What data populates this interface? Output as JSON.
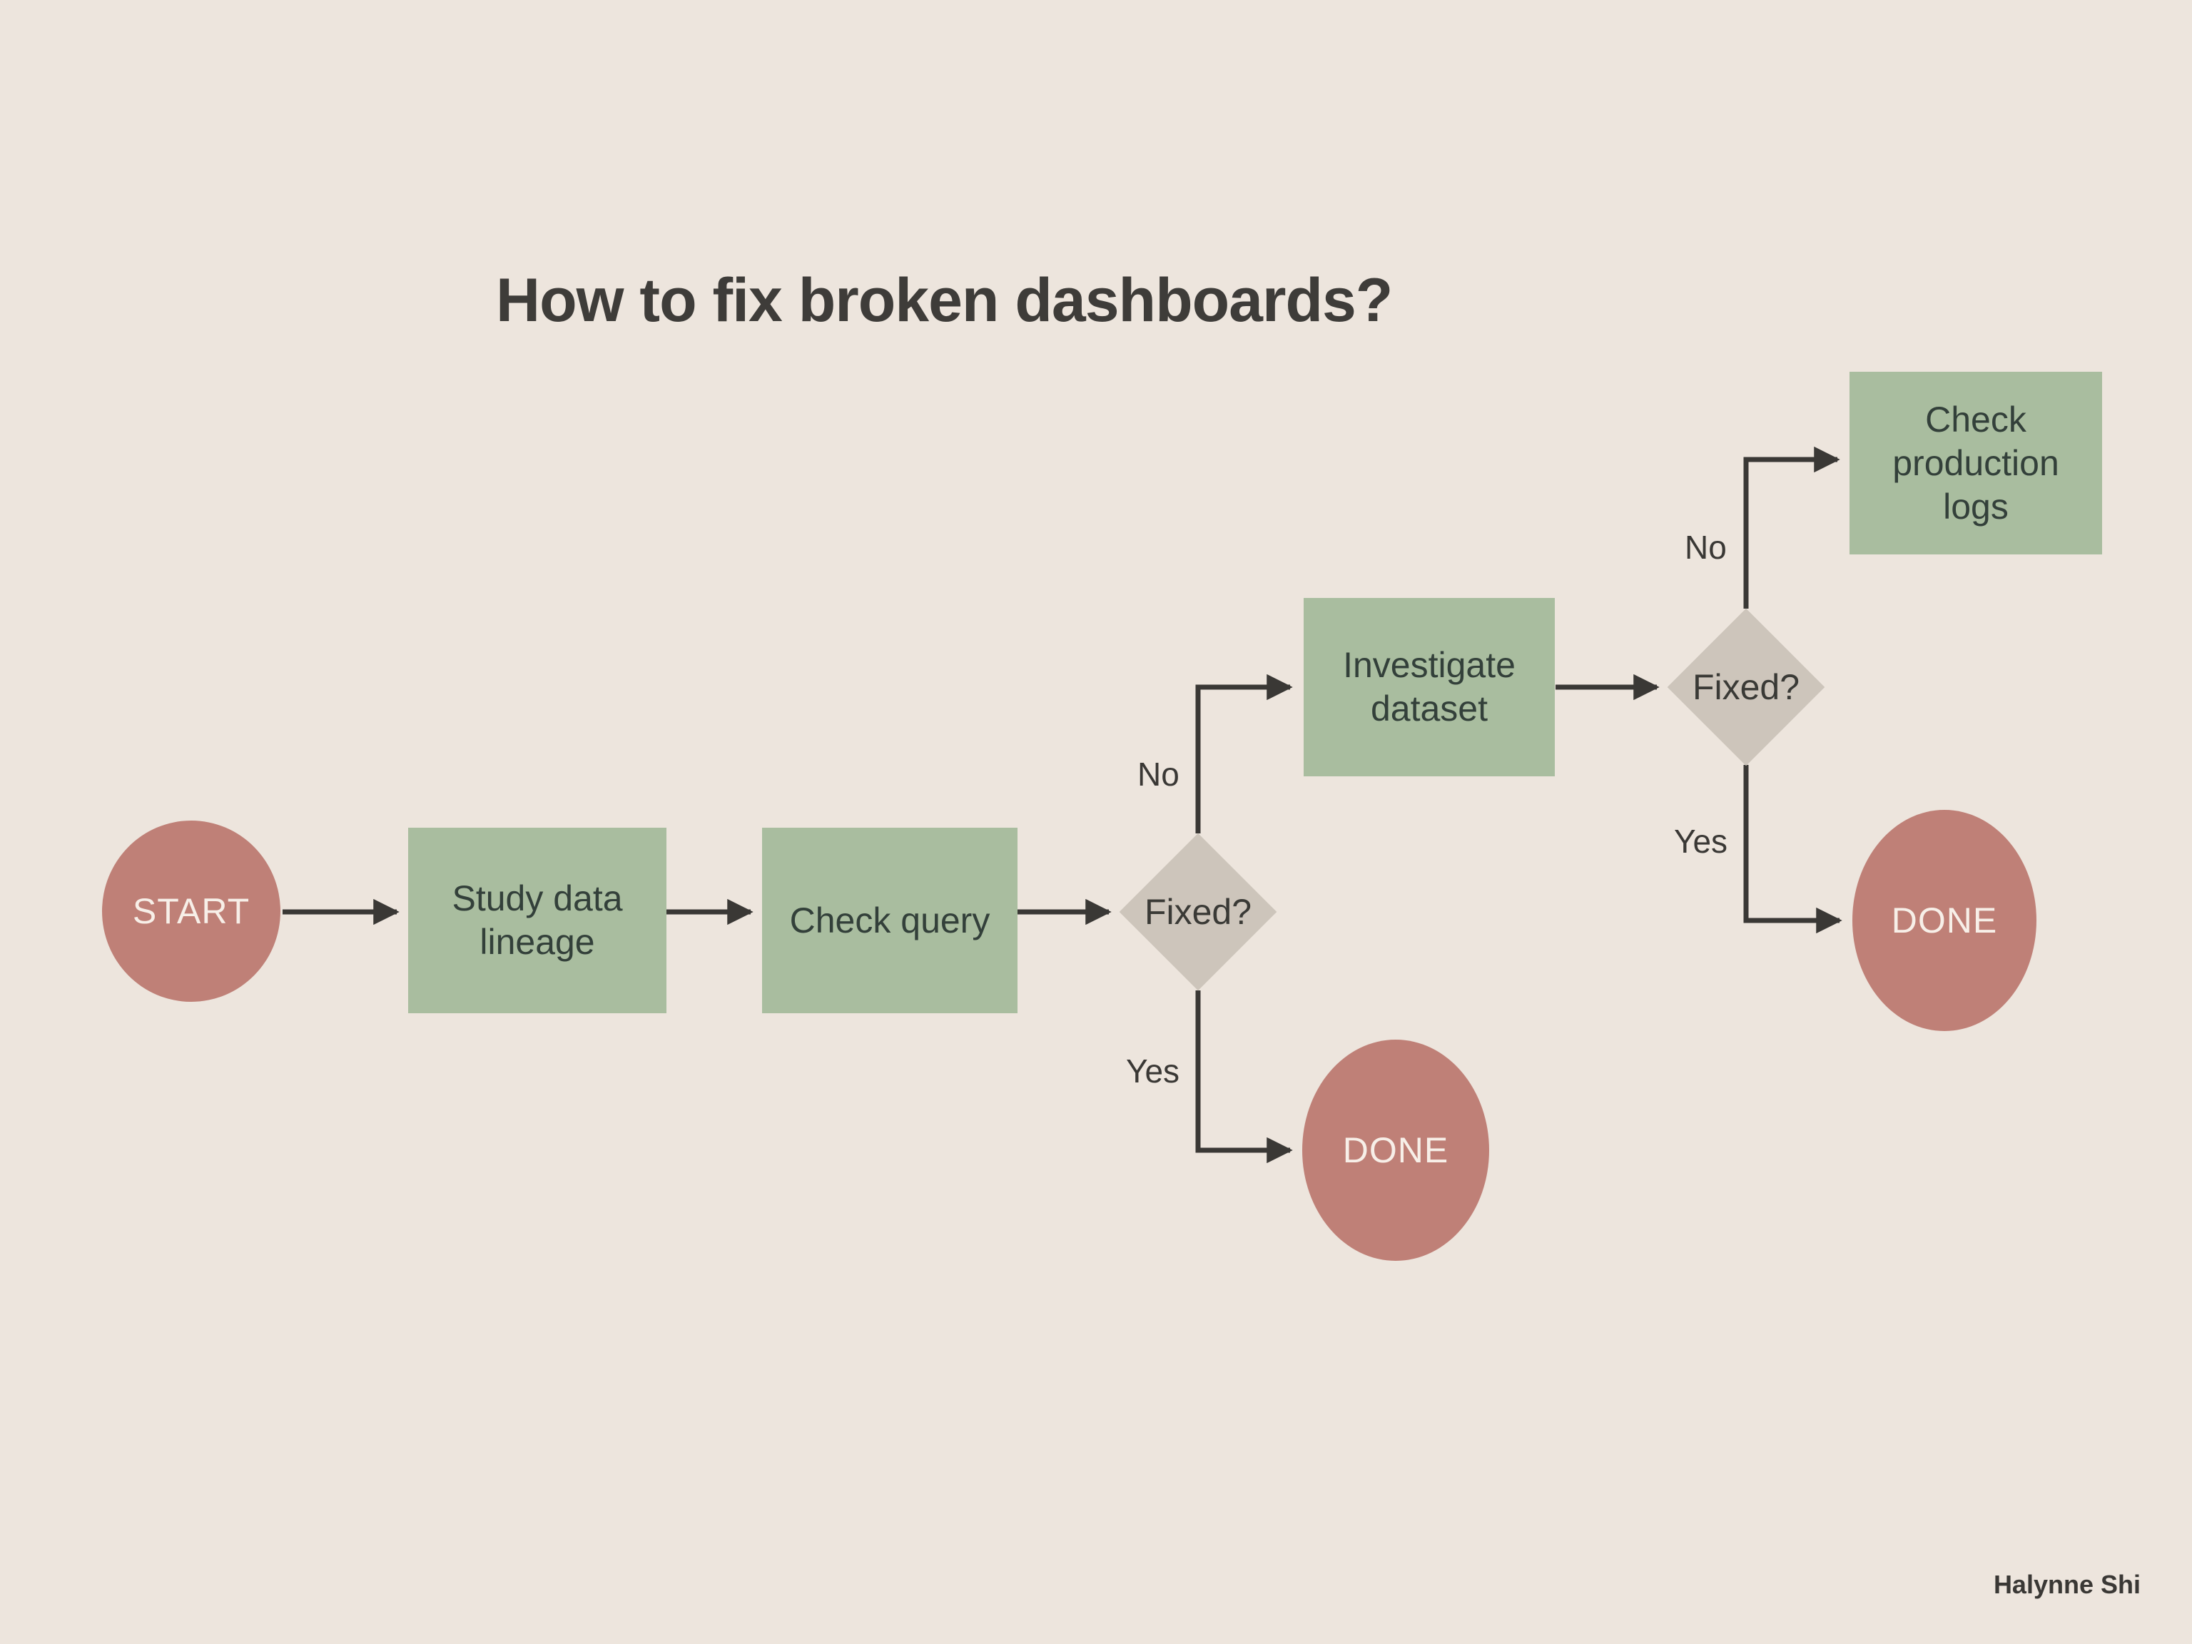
{
  "page": {
    "title": "How to fix broken dashboards?",
    "credit": "Halynne Shi",
    "background_color": "#ede5dd"
  },
  "palette": {
    "background": "#ede5dd",
    "process_fill": "#a9bd9f",
    "process_text": "#33403a",
    "terminator_fill": "#bf8077",
    "terminator_text": "#f7efe8",
    "decision_fill": "#cdc5bb",
    "decision_text": "#3a3a36",
    "connector": "#3a3835",
    "title_text": "#3e3c39"
  },
  "chart_data": {
    "type": "flowchart",
    "title": "How to fix broken dashboards?",
    "nodes": [
      {
        "id": "start",
        "label": "START",
        "shape": "ellipse",
        "fill": "#bf8077"
      },
      {
        "id": "lineage",
        "label": "Study data lineage",
        "shape": "rect",
        "fill": "#a9bd9f"
      },
      {
        "id": "query",
        "label": "Check query",
        "shape": "rect",
        "fill": "#a9bd9f"
      },
      {
        "id": "fixed1",
        "label": "Fixed?",
        "shape": "diamond",
        "fill": "#cdc5bb"
      },
      {
        "id": "done1",
        "label": "DONE",
        "shape": "ellipse",
        "fill": "#bf8077"
      },
      {
        "id": "investigate",
        "label": "Investigate dataset",
        "shape": "rect",
        "fill": "#a9bd9f"
      },
      {
        "id": "fixed2",
        "label": "Fixed?",
        "shape": "diamond",
        "fill": "#cdc5bb"
      },
      {
        "id": "prodlogs",
        "label": "Check production logs",
        "shape": "rect",
        "fill": "#a9bd9f"
      },
      {
        "id": "done2",
        "label": "DONE",
        "shape": "ellipse",
        "fill": "#bf8077"
      }
    ],
    "edges": [
      {
        "from": "start",
        "to": "lineage",
        "label": ""
      },
      {
        "from": "lineage",
        "to": "query",
        "label": ""
      },
      {
        "from": "query",
        "to": "fixed1",
        "label": ""
      },
      {
        "from": "fixed1",
        "to": "investigate",
        "label": "No"
      },
      {
        "from": "fixed1",
        "to": "done1",
        "label": "Yes"
      },
      {
        "from": "investigate",
        "to": "fixed2",
        "label": ""
      },
      {
        "from": "fixed2",
        "to": "prodlogs",
        "label": "No"
      },
      {
        "from": "fixed2",
        "to": "done2",
        "label": "Yes"
      }
    ]
  },
  "nodes": {
    "start": {
      "label": "START"
    },
    "lineage": {
      "line1": "Study data",
      "line2": "lineage"
    },
    "query": {
      "label": "Check query"
    },
    "fixed1": {
      "label": "Fixed?"
    },
    "done1": {
      "label": "DONE"
    },
    "investigate": {
      "line1": "Investigate",
      "line2": "dataset"
    },
    "fixed2": {
      "label": "Fixed?"
    },
    "prodlogs": {
      "line1": "Check",
      "line2": "production",
      "line3": "logs"
    },
    "done2": {
      "label": "DONE"
    }
  },
  "edge_labels": {
    "fixed1_no": "No",
    "fixed1_yes": "Yes",
    "fixed2_no": "No",
    "fixed2_yes": "Yes"
  }
}
